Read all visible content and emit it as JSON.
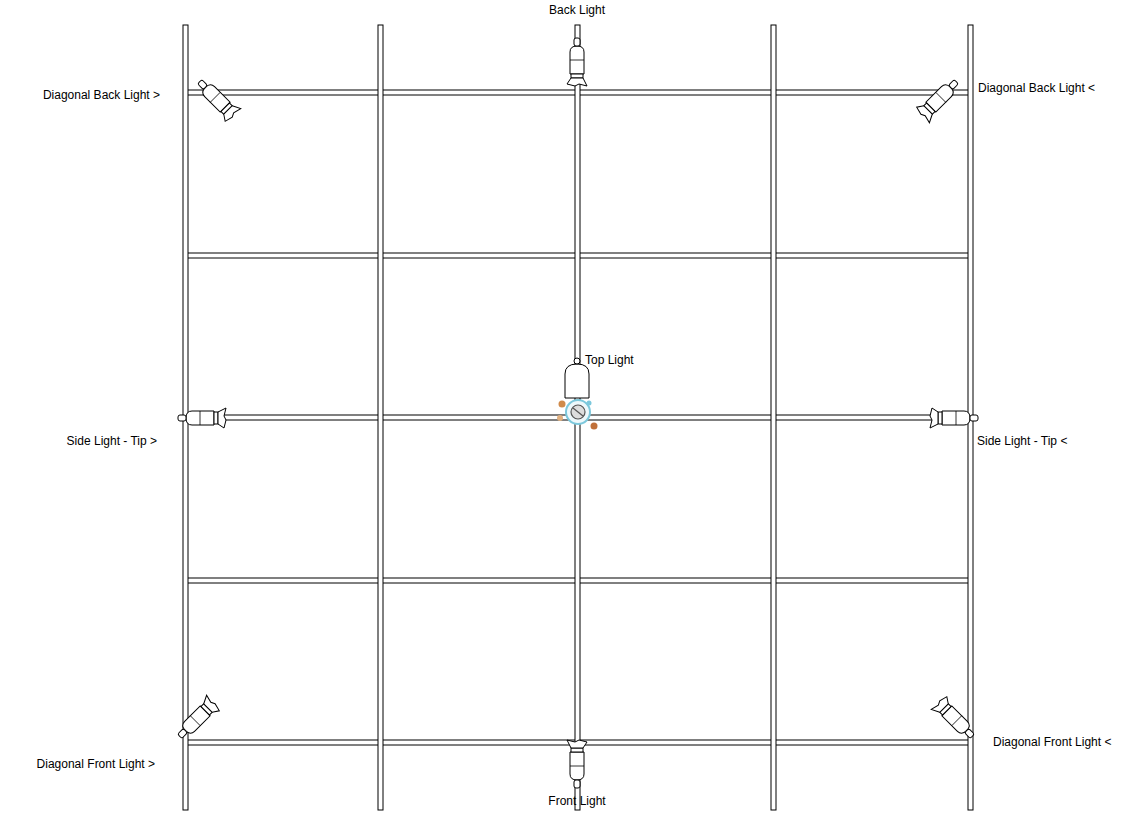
{
  "diagram": {
    "labels": [
      "Back Light",
      "Diagonal Back Light >",
      "Diagonal Back Light <",
      "Top Light",
      "Side Light - Tip >",
      "Side Light - Tip <",
      "Diagonal Front Light >",
      "Diagonal Front Light <",
      "Front Light"
    ]
  }
}
